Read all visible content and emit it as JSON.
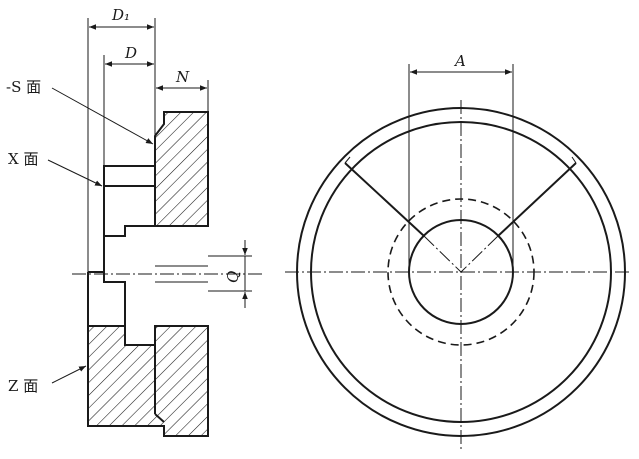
{
  "labels": {
    "s_face": "-S 面",
    "x_face": "X 面",
    "z_face": "Z 面"
  },
  "dimensions": {
    "d1": "D₁",
    "d": "D",
    "n": "N",
    "q": "Q",
    "a": "A"
  }
}
